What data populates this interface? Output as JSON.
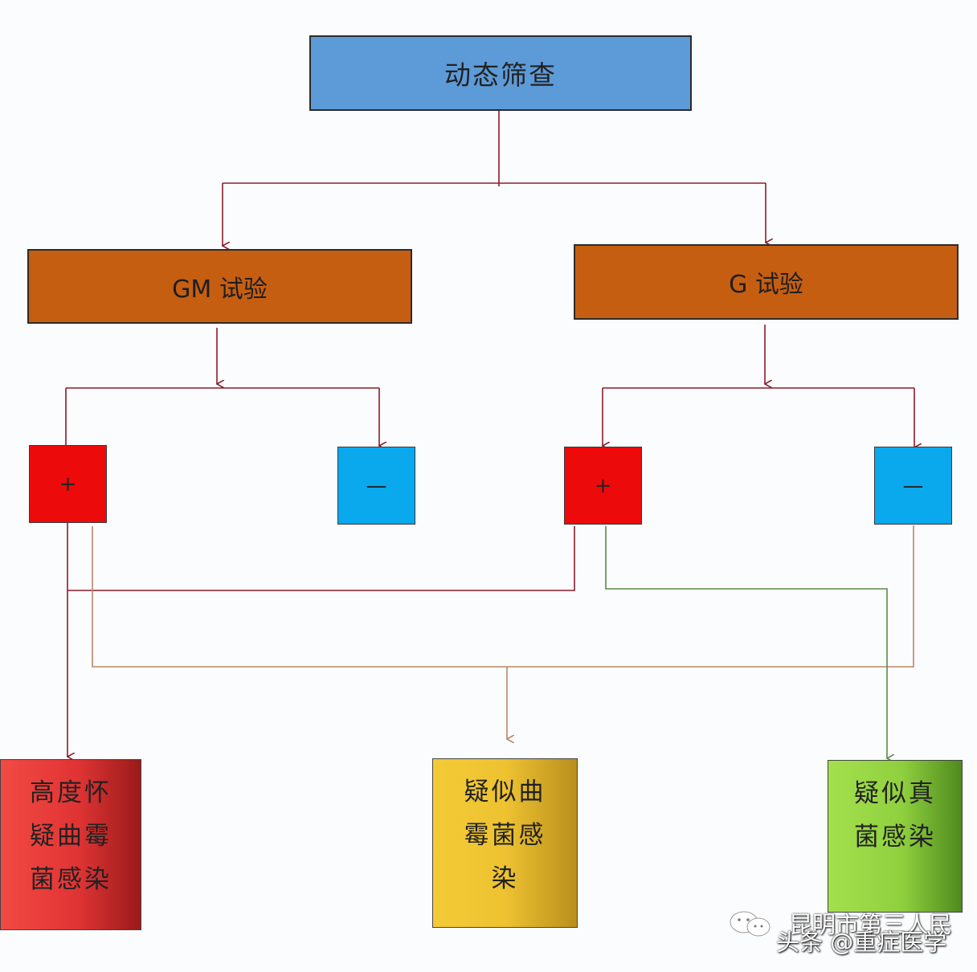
{
  "top_box": {
    "label": "动态筛查"
  },
  "tests": {
    "gm": {
      "label": "GM 试验",
      "positive": "+",
      "negative": "—"
    },
    "g": {
      "label": "G 试验",
      "positive": "+",
      "negative": "—"
    }
  },
  "results": {
    "red": {
      "lines": [
        "高度怀",
        "疑曲霉",
        "菌感染"
      ]
    },
    "yellow": {
      "lines": [
        "疑似曲",
        "霉菌感",
        "染"
      ]
    },
    "green": {
      "lines": [
        "疑似真",
        "菌感染"
      ]
    }
  },
  "watermark": {
    "line1": "昆明市第三人民",
    "line2": "头条 @重症医学"
  },
  "colors": {
    "top": "#5d9bd8",
    "test": "#c65e12",
    "positive": "#ed0a0a",
    "negative": "#0aa8ed",
    "red_result": "#e03434",
    "yellow_result": "#eec231",
    "green_result": "#8fd03e",
    "line_red": "#8b1c2c",
    "line_tan": "#b8866a",
    "line_green": "#5b8a4a"
  }
}
